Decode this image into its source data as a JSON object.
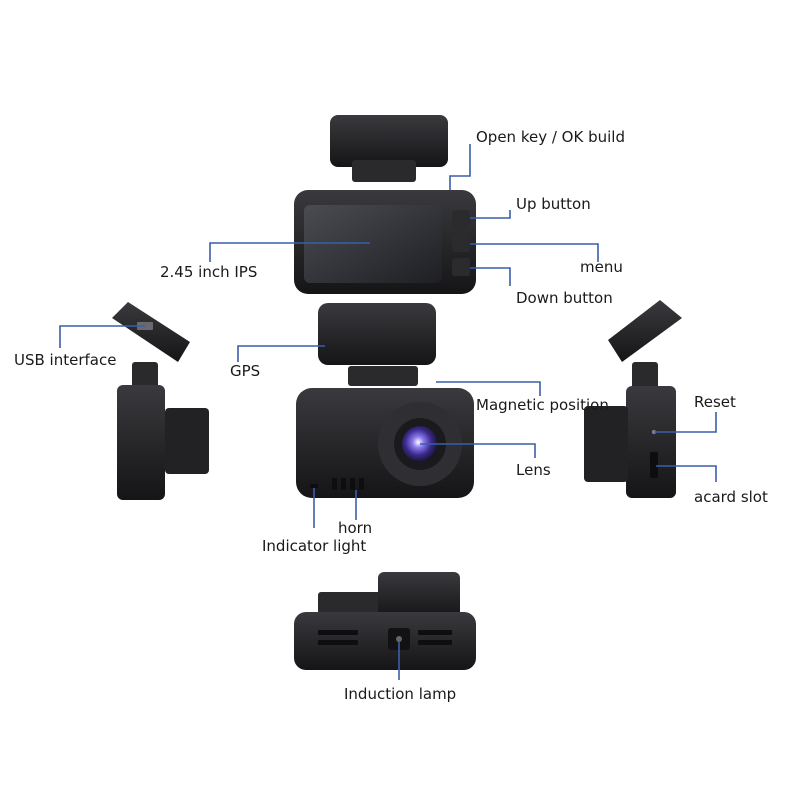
{
  "labels": {
    "open_key": "Open key / OK build",
    "up_button": "Up button",
    "screen": "2.45 inch IPS",
    "menu": "menu",
    "down_button": "Down button",
    "usb": "USB interface",
    "gps": "GPS",
    "magnetic": "Magnetic position",
    "reset": "Reset",
    "lens": "Lens",
    "card_slot": "acard slot",
    "horn": "horn",
    "indicator": "Indicator light",
    "induction": "Induction lamp"
  },
  "colors": {
    "leader_line": "#3a5fa8",
    "body_dark": "#1f1f21",
    "body_mid": "#2c2c2f",
    "screen": "#2f3136",
    "lens_ring": "#3b3b40",
    "lens_glass": "#4a3fb0"
  }
}
